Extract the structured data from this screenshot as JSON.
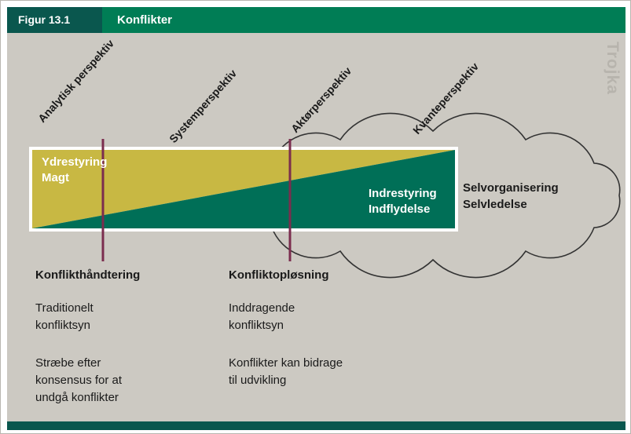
{
  "header": {
    "figure_label": "Figur 13.1",
    "title": "Konflikter"
  },
  "watermark": {
    "text": "Trojka"
  },
  "perspectives": [
    {
      "label": "Analytisk perspektiv"
    },
    {
      "label": "Systemperspektiv"
    },
    {
      "label": "Aktørperspektiv"
    },
    {
      "label": "Kvanteperspektiv"
    }
  ],
  "spectrum_bar": {
    "left_label": "Ydrestyring\nMagt",
    "right_label": "Indrestyring\nIndflydelse"
  },
  "cloud": {
    "label": "Selvorganisering\nSelvledelse"
  },
  "columns": [
    {
      "heading": "Konflikthåndtering",
      "items": [
        "Traditionelt\nkonfliktsyn",
        "Stræbe efter\nkonsensus for at\nundgå konflikter"
      ]
    },
    {
      "heading": "Konfliktopløsning",
      "items": [
        "Inddragende\nkonfliktsyn",
        "Konflikter kan bidrage\ntil udvikling"
      ]
    }
  ],
  "colors": {
    "header_box": "#0a574e",
    "header_bar": "#007d55",
    "canvas_background": "#ccc9c2",
    "yellow_triangle": "#c8b843",
    "green_triangle": "#006f57",
    "divider_line": "#7b2d4e",
    "cloud_outline": "#333333",
    "bottom_bar": "#0a574e"
  }
}
